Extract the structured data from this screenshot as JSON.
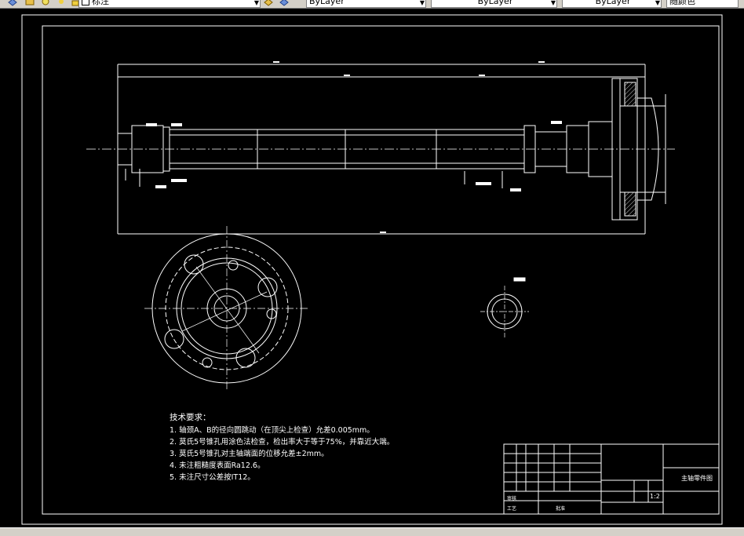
{
  "toolbar": {
    "style_value": "标注",
    "layer1_value": "ByLayer",
    "layer2_value": "ByLayer",
    "layer3_value": "ByLayer",
    "color_value": "随颜色"
  },
  "drawing": {
    "tech_title": "技术要求：",
    "tech_notes": [
      "1. 轴颈A、B的径向圆跳动（在顶尖上检查）允差0.005mm。",
      "2. 莫氏5号锥孔用涂色法检查，检出率大于等于75%，并靠近大端。",
      "3. 莫氏5号锥孔对主轴端面的位移允差±2mm。",
      "4. 未注粗糙度表面Ra12.6。",
      "5. 未注尺寸公差按IT12。"
    ],
    "title_block": {
      "drawing_name": "主轴零件图",
      "scale": "1:2",
      "label_designer": "审核",
      "label_process": "工艺",
      "label_approve": "批准"
    }
  }
}
